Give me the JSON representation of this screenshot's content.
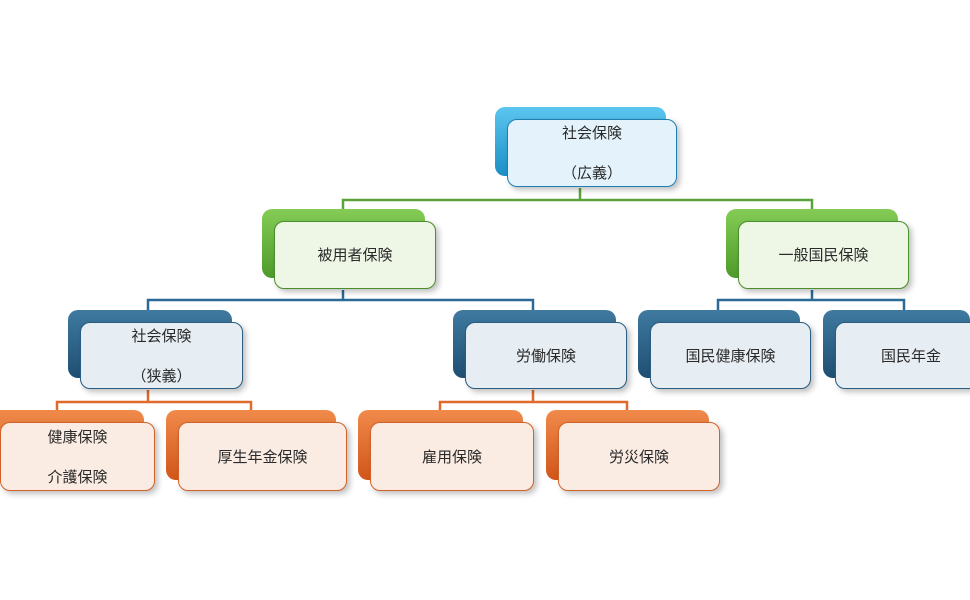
{
  "diagram": {
    "root": {
      "line1": "社会保険",
      "line2": "（広義）"
    },
    "employee": {
      "label": "被用者保険"
    },
    "general": {
      "label": "一般国民保険"
    },
    "social_narrow": {
      "line1": "社会保険",
      "line2": "（狭義）"
    },
    "labor": {
      "label": "労働保険"
    },
    "national_health": {
      "label": "国民健康保険"
    },
    "national_pension": {
      "label": "国民年金"
    },
    "health_care": {
      "line1": "健康保険",
      "line2": "介護保険"
    },
    "welfare_pension": {
      "label": "厚生年金保険"
    },
    "employment": {
      "label": "雇用保険"
    },
    "workers_comp": {
      "label": "労災保険"
    }
  },
  "colors": {
    "level0": "#1c8fc6",
    "level1": "#4e9a2a",
    "level2": "#1f4f72",
    "level3": "#d2551a"
  }
}
